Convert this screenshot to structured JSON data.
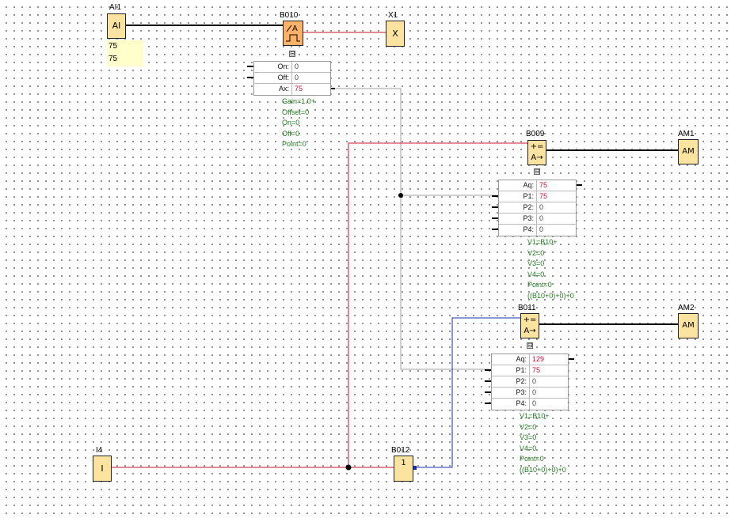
{
  "colors": {
    "digital_wire": "#c8102e",
    "analog_wire": "#000000",
    "param_wire": "#a0a0a0",
    "blue_wire": "#1a2fb0",
    "block_fill": "#fde3a0",
    "threshold_block_fill": "#fdb268",
    "param_text": "#1f7a1f",
    "param_value_red": "#c0103a",
    "ai_value_bg": "#ffffcc"
  },
  "ai1": {
    "name": "AI1",
    "symbol": "AI",
    "values": [
      "75",
      "75"
    ]
  },
  "b010": {
    "name": "B010",
    "symbol": "╱A ⎍",
    "table": [
      {
        "label": "On:",
        "value": "0"
      },
      {
        "label": "Off:",
        "value": "0"
      },
      {
        "label": "Ax:",
        "value": "75"
      }
    ],
    "params": [
      "Gain=1.0+",
      "Offset=0",
      "On=0",
      "Off=0",
      "Point=0"
    ]
  },
  "x1": {
    "name": "X1",
    "symbol": "X"
  },
  "b009": {
    "name": "B009",
    "symbol_top": "+=",
    "symbol_bottom": "A→",
    "table": [
      {
        "label": "Aq:",
        "value": "75"
      },
      {
        "label": "P1:",
        "value": "75"
      },
      {
        "label": "P2:",
        "value": "0"
      },
      {
        "label": "P3:",
        "value": "0"
      },
      {
        "label": "P4:",
        "value": "0"
      }
    ],
    "params": [
      "V1=B10+",
      "V2=0",
      "V3=0",
      "V4=0",
      "Point=0",
      "((B10+0)+0)+0"
    ]
  },
  "am1": {
    "name": "AM1",
    "symbol": "AM"
  },
  "b011": {
    "name": "B011",
    "symbol_top": "+=",
    "symbol_bottom": "A→",
    "table": [
      {
        "label": "Aq:",
        "value": "129"
      },
      {
        "label": "P1:",
        "value": "75"
      },
      {
        "label": "P2:",
        "value": "0"
      },
      {
        "label": "P3:",
        "value": "0"
      },
      {
        "label": "P4:",
        "value": "0"
      }
    ],
    "params": [
      "V1=B10+",
      "V2=0",
      "V3=0",
      "V4=0",
      "Point=0",
      "((B10+0)+0)+0"
    ]
  },
  "am2": {
    "name": "AM2",
    "symbol": "AM"
  },
  "i4": {
    "name": "I4",
    "symbol": "I"
  },
  "b012": {
    "name": "B012",
    "symbol": "1"
  },
  "collapse_symbol": "⊟"
}
